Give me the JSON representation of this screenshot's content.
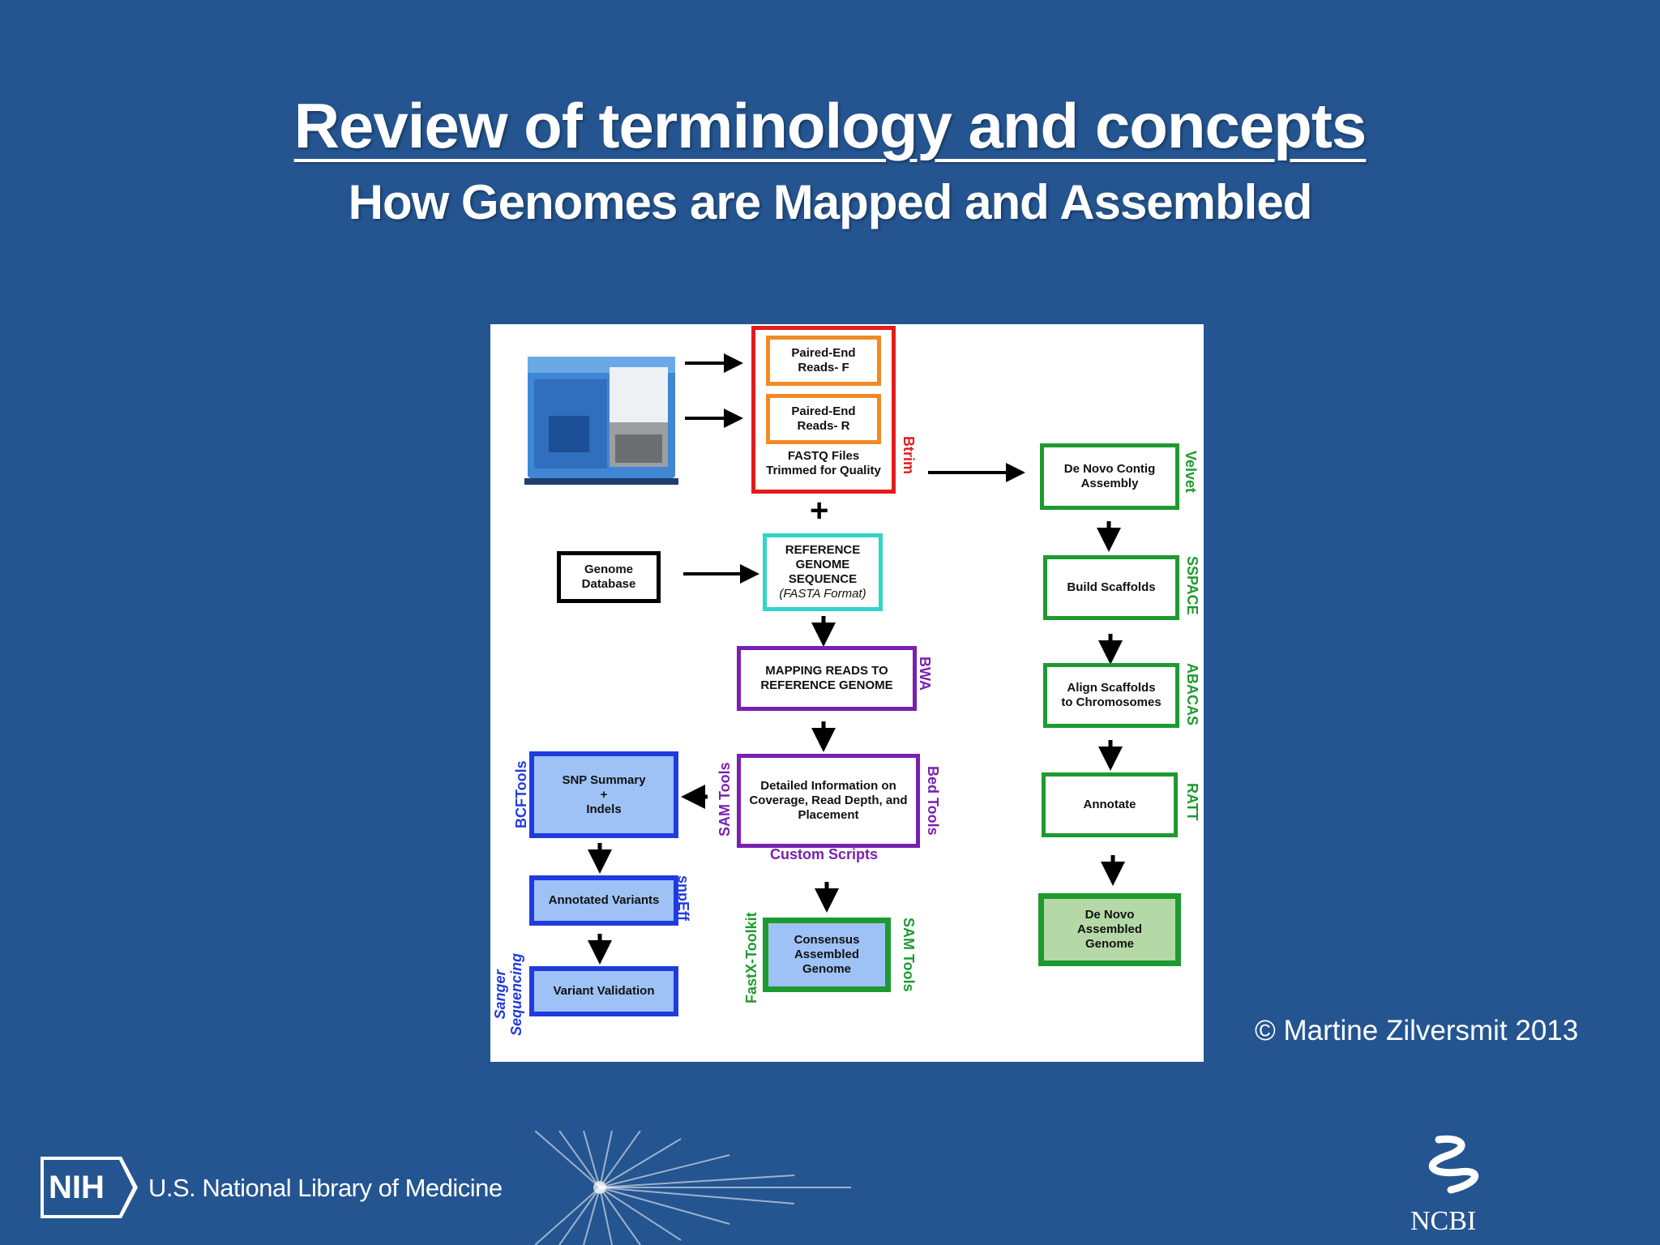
{
  "slide": {
    "title": "Review of terminology and concepts",
    "subtitle": "How Genomes are Mapped and Assembled",
    "copyright": "© Martine Zilversmit 2013"
  },
  "footer": {
    "nih_badge": "NIH",
    "nlm_name": "U.S. National Library of Medicine",
    "ncbi_name": "NCBI"
  },
  "diagram": {
    "boxes": {
      "paired_f": "Paired-End\nReads- F",
      "paired_r": "Paired-End\nReads- R",
      "fastq": "FASTQ Files\nTrimmed for Quality",
      "genome_db": "Genome\nDatabase",
      "reference": "REFERENCE\nGENOME\nSEQUENCE",
      "reference_format": "(FASTA Format)",
      "mapping": "MAPPING READS TO\nREFERENCE GENOME",
      "detailed": "Detailed Information on\nCoverage, Read Depth, and\nPlacement",
      "snp": "SNP Summary\n+\nIndels",
      "annotated": "Annotated Variants",
      "validation": "Variant Validation",
      "consensus": "Consensus\nAssembled\nGenome",
      "denovo_contig": "De Novo Contig\nAssembly",
      "scaffolds": "Build Scaffolds",
      "align": "Align Scaffolds\nto Chromosomes",
      "annotate": "Annotate",
      "denovo_genome": "De Novo\nAssembled\nGenome"
    },
    "plus_sign": "+",
    "tools": {
      "btrim": "Btrim",
      "bwa": "BWA",
      "bedtools": "Bed Tools",
      "samtools_left": "SAM Tools",
      "custom": "Custom Scripts",
      "bcftools": "BCFTools",
      "snpeff": "snpEff",
      "sanger": "Sanger\nSequencing",
      "fastx": "FastX-Toolkit",
      "samtools_right": "SAM Tools",
      "velvet": "Velvet",
      "sspace": "SSPACE",
      "abacas": "ABACAS",
      "ratt": "RATT"
    },
    "colors": {
      "red": "#e31b1b",
      "orange": "#f08a24",
      "cyan": "#2fd6c8",
      "purple": "#7a1fb0",
      "blue": "#1f3be0",
      "lightblue": "#9ec2f5",
      "green": "#1e9a30",
      "lightgreen": "#b4d9a6",
      "black": "#000000"
    },
    "instrument": "sequencer-image"
  }
}
